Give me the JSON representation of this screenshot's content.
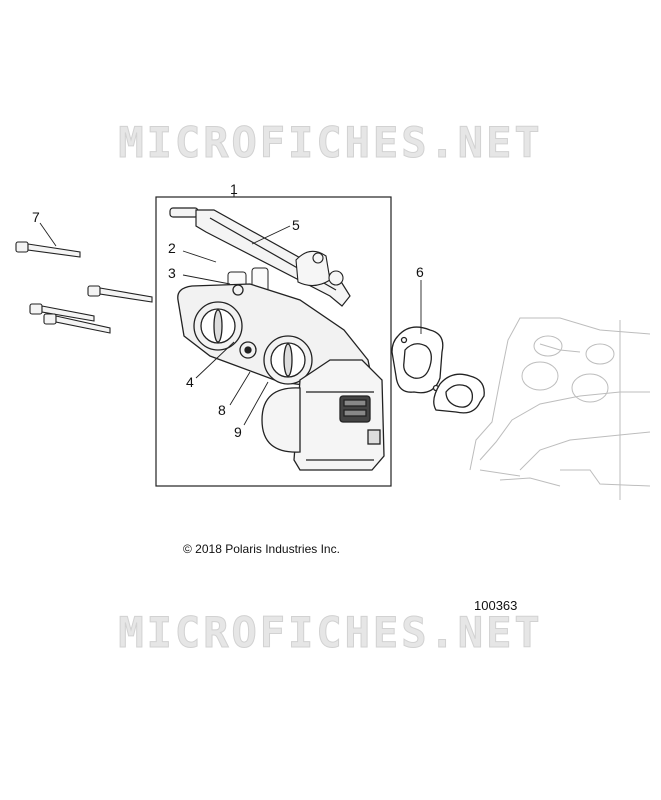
{
  "watermark_text": "MICROFICHES.NET",
  "callouts": [
    "1",
    "2",
    "3",
    "4",
    "5",
    "6",
    "7",
    "8",
    "9"
  ],
  "copyright": "© 2018 Polaris Industries Inc.",
  "figure_id": "100363"
}
